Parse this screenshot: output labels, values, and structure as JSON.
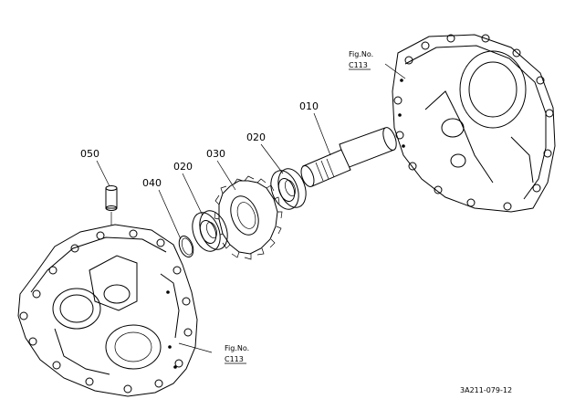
{
  "parts": [
    {
      "number": "010"
    },
    {
      "number": "020"
    },
    {
      "number": "020"
    },
    {
      "number": "030"
    },
    {
      "number": "040"
    },
    {
      "number": "050"
    }
  ],
  "references": [
    {
      "line1": "Fig.No.",
      "line2": "C113"
    },
    {
      "line1": "Fig.No.",
      "line2": "C113"
    }
  ],
  "diagram_id": "3A211-079-12"
}
